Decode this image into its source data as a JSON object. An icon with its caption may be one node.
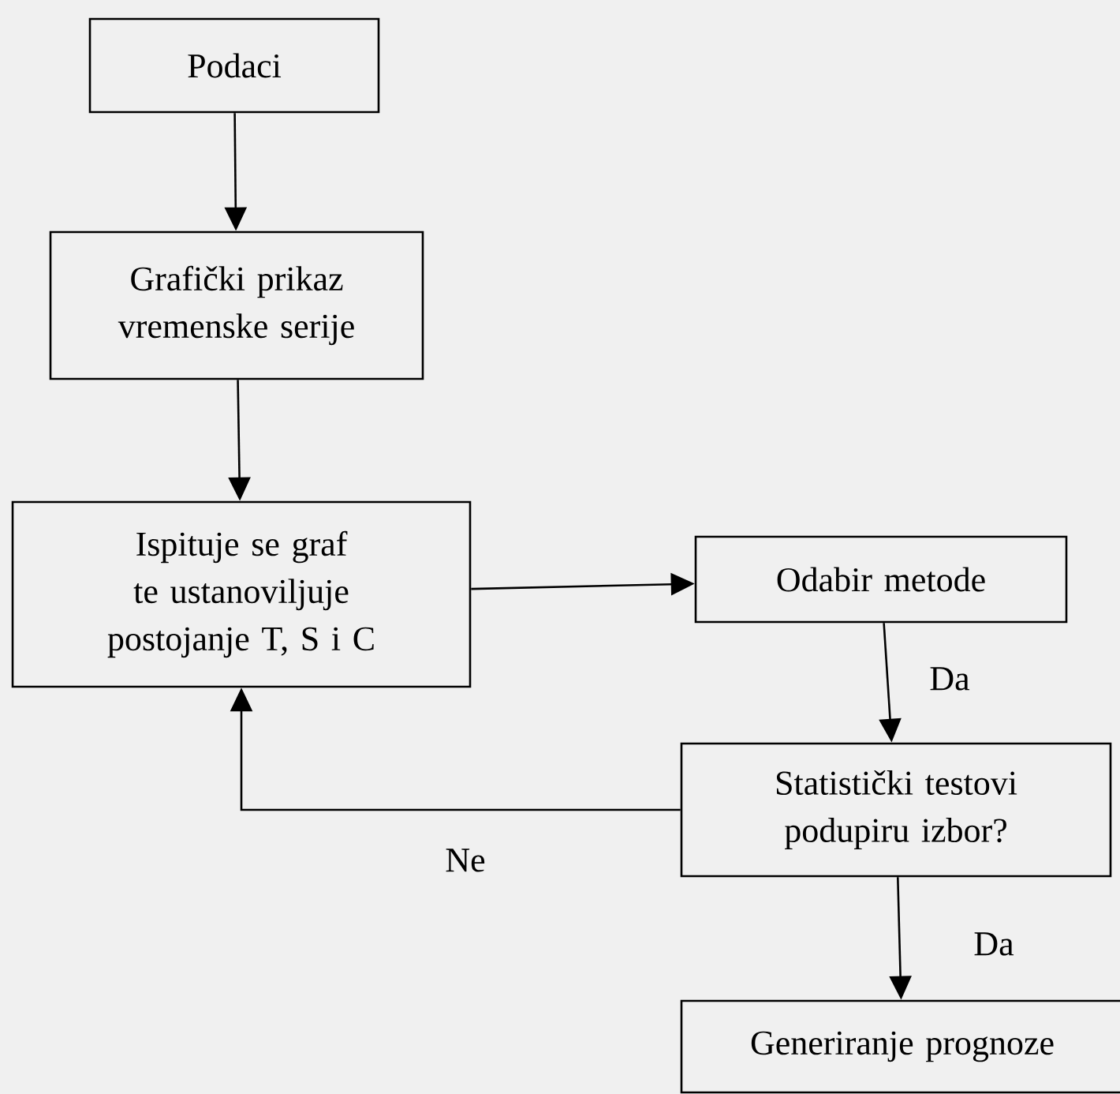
{
  "diagram": {
    "nodes": [
      {
        "text": [
          "Podaci"
        ]
      },
      {
        "text": [
          "Grafički prikaz vremenske serije"
        ]
      },
      {
        "text": [
          "Ispituje se graf te ustanoviljuje postojanje T, S i C"
        ]
      },
      {
        "text": [
          "Odabir metode"
        ]
      },
      {
        "text": [
          "Statistički testovi podupiru izbor?"
        ]
      },
      {
        "text": [
          "Generiranje prognoze"
        ]
      }
    ],
    "edges": [
      {
        "from": 0,
        "to": 1,
        "arrow": "to"
      },
      {
        "from": 1,
        "to": 2,
        "arrow": "to"
      },
      {
        "from": 2,
        "to": 3,
        "arrow": "to"
      },
      {
        "from": 3,
        "to": 4,
        "arrow": "to",
        "label": "Da"
      },
      {
        "from": 4,
        "to": 2,
        "arrow": "to",
        "label": "Ne"
      },
      {
        "from": 4,
        "to": 5,
        "arrow": "to",
        "label": "Da"
      }
    ]
  }
}
